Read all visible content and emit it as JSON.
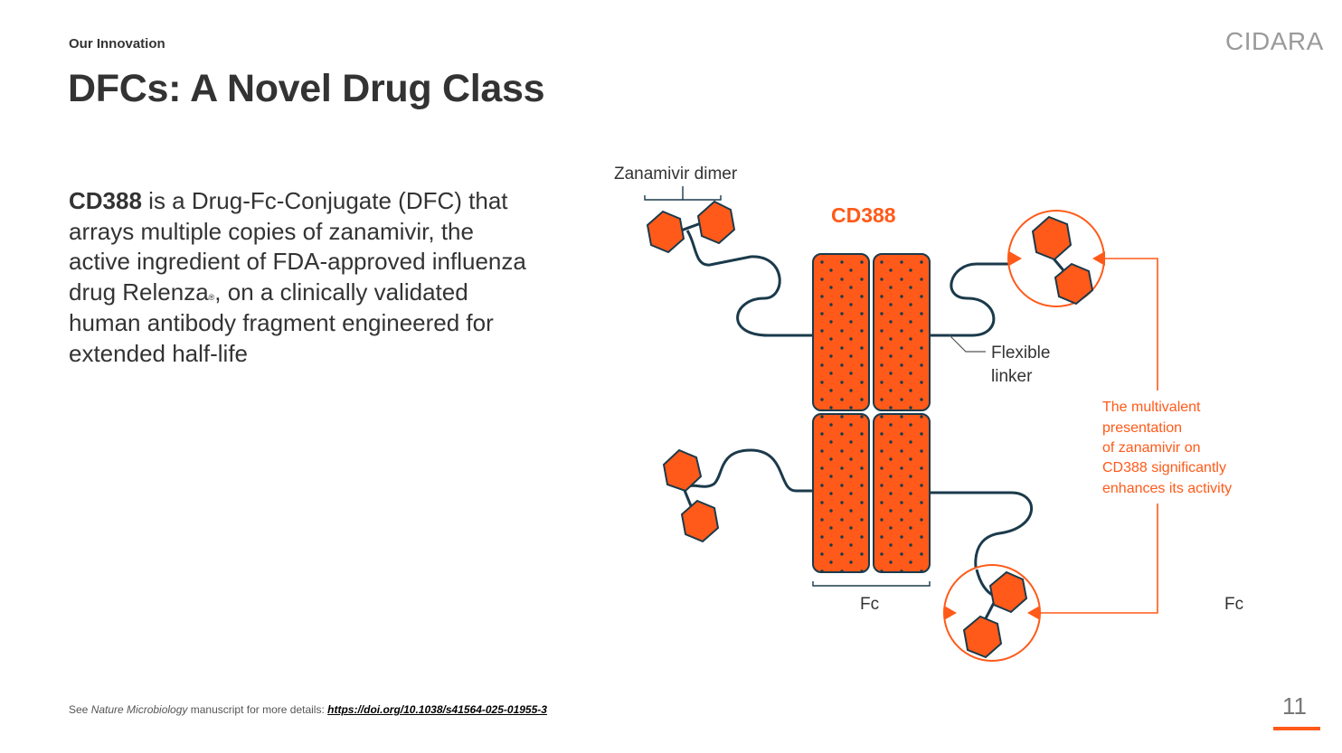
{
  "header": {
    "eyebrow": "Our Innovation",
    "title": "DFCs: A Novel Drug Class",
    "logo_text": "CIDARA"
  },
  "main": {
    "bold_lead": "CD388",
    "text_1": " is a Drug-Fc-Conjugate (DFC) that arrays multiple copies of zanamivir, the active ingredient of FDA-approved influenza drug Relenza",
    "registered_mark": "®",
    "text_2": ", on a clinically validated human antibody fragment engineered for extended half-life"
  },
  "diagram": {
    "labels": {
      "zanamivir_dimer": "Zanamivir dimer",
      "cd388": "CD388",
      "flexible_line1": "Flexible",
      "flexible_line2": "linker",
      "fc_bottom": "Fc",
      "fc_right": "Fc",
      "callout": [
        "The multivalent",
        "presentation",
        "of zanamivir on",
        "CD388 significantly",
        "enhances its activity"
      ]
    },
    "colors": {
      "accent": "#ff5a19",
      "outline": "#1b3a4b"
    }
  },
  "footer": {
    "prefix": "See ",
    "journal": "Nature Microbiology",
    "middle": " manuscript for more details: ",
    "link": "https://doi.org/10.1038/s41564-025-01955-3",
    "page_number": "11"
  }
}
